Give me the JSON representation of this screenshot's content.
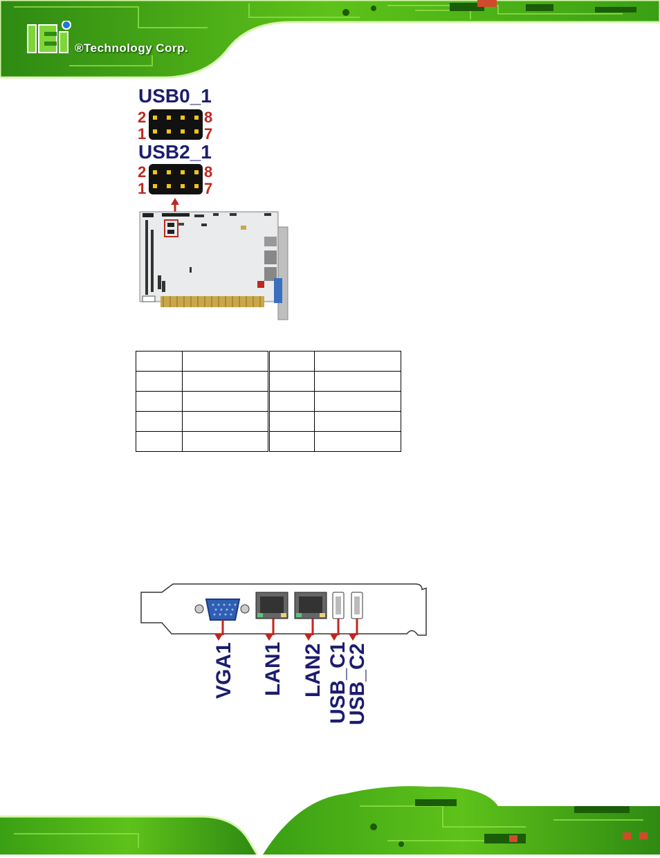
{
  "brand": {
    "name": "iEi",
    "tagline": "®Technology Corp."
  },
  "connectors": [
    {
      "label": "USB0_1",
      "pins_top": [
        "2",
        "8"
      ],
      "pins_bottom": [
        "1",
        "7"
      ]
    },
    {
      "label": "USB2_1",
      "pins_top": [
        "2",
        "8"
      ],
      "pins_bottom": [
        "1",
        "7"
      ]
    }
  ],
  "pin_table": [
    [
      "",
      "",
      "",
      ""
    ],
    [
      "",
      "",
      "",
      ""
    ],
    [
      "",
      "",
      "",
      ""
    ],
    [
      "",
      "",
      "",
      ""
    ],
    [
      "",
      "",
      "",
      ""
    ]
  ],
  "rear_panel": {
    "ports": [
      "VGA1",
      "LAN1",
      "LAN2",
      "USB_C1",
      "USB_C2"
    ]
  },
  "colors": {
    "accent_green": "#5ec21a",
    "label_navy": "#1c1c6e",
    "pin_red": "#c0271e",
    "arrow_red": "#c0271e"
  }
}
